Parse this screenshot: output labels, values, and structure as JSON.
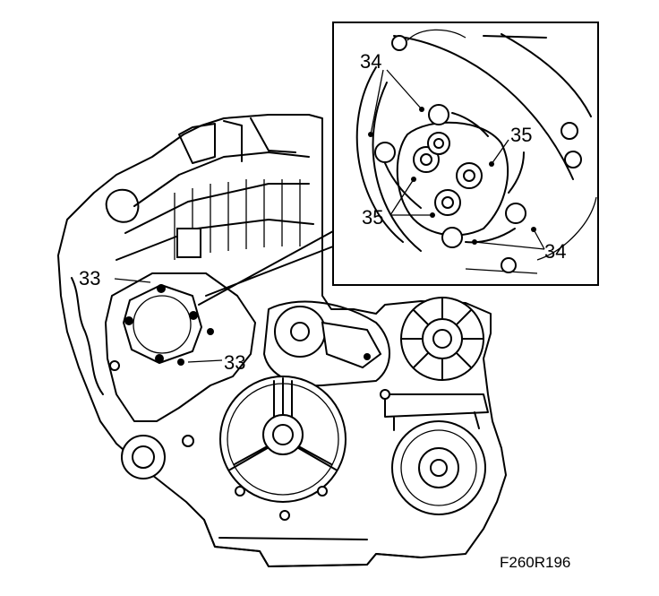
{
  "figure_code": "F260R196",
  "callouts": {
    "main_left_33": "33",
    "main_right_33": "33",
    "inset_top_34": "34",
    "inset_bottom_34": "34",
    "inset_top_35": "35",
    "inset_left_35": "35"
  }
}
